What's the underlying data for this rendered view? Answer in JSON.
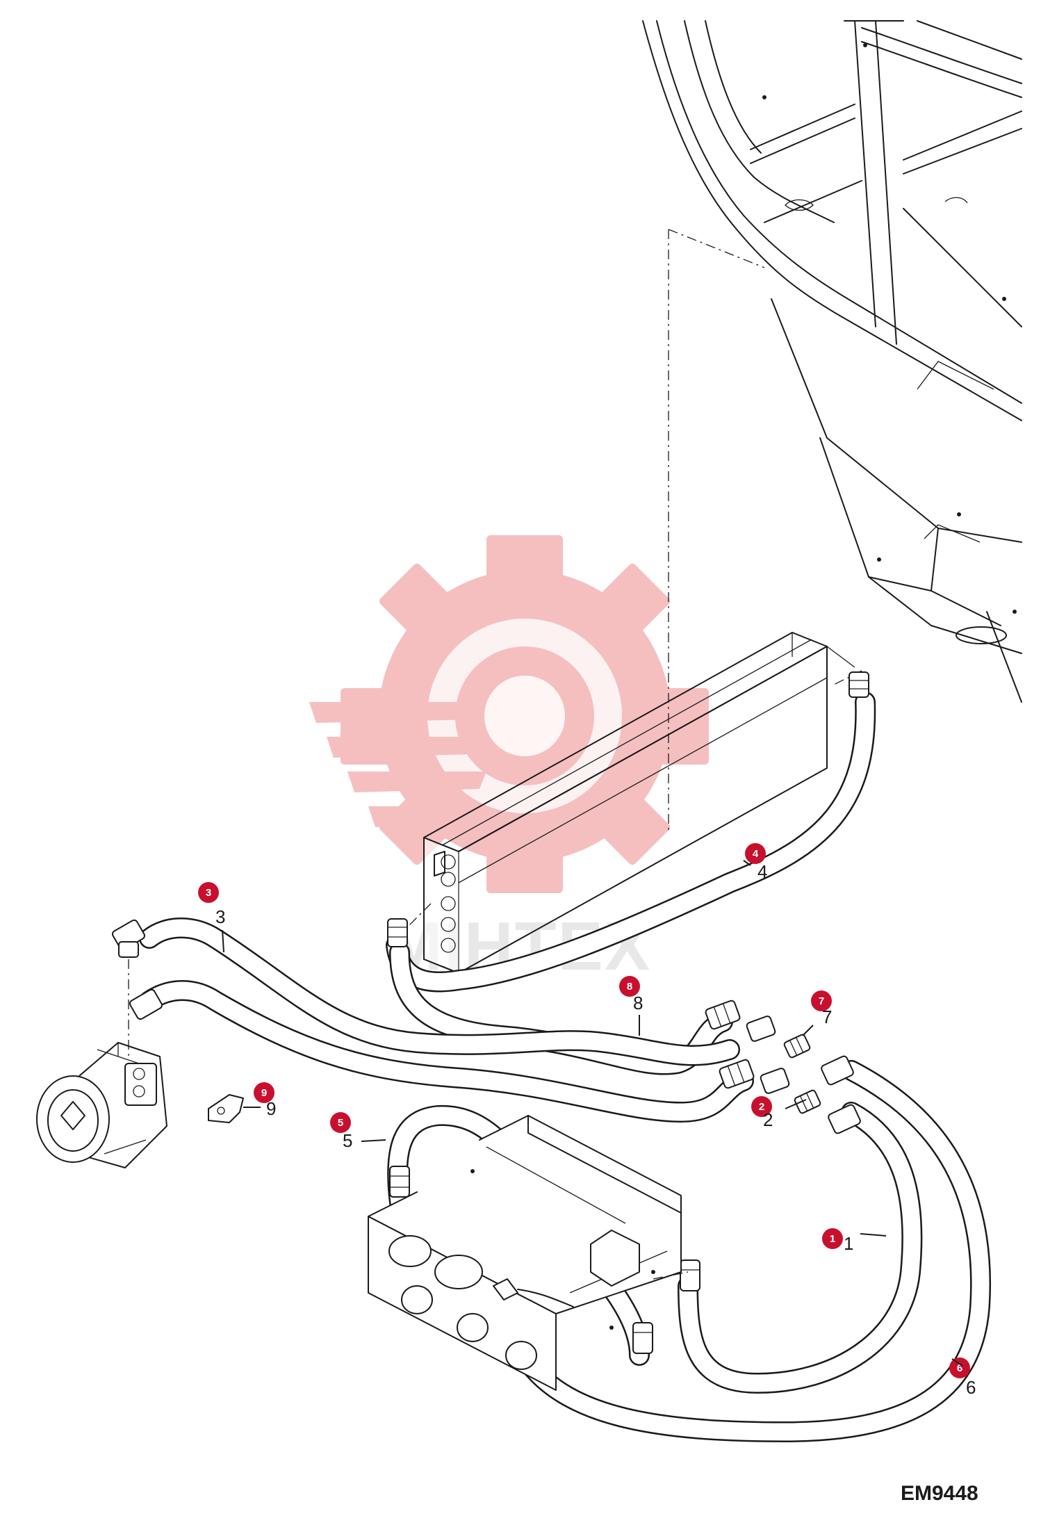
{
  "diagram_code": "EM9448",
  "watermark_text": "MIHTEX",
  "accent_color": "#c8102e",
  "watermark_color": "#f2aeb0",
  "parts": [
    {
      "id": "part-1",
      "badge": "1",
      "label": "1"
    },
    {
      "id": "part-2",
      "badge": "2",
      "label": "2"
    },
    {
      "id": "part-3",
      "badge": "3",
      "label": "3"
    },
    {
      "id": "part-4",
      "badge": "4",
      "label": "4"
    },
    {
      "id": "part-5",
      "badge": "5",
      "label": "5"
    },
    {
      "id": "part-6",
      "badge": "6",
      "label": "6"
    },
    {
      "id": "part-7",
      "badge": "7",
      "label": "7"
    },
    {
      "id": "part-8",
      "badge": "8",
      "label": "8"
    },
    {
      "id": "part-9",
      "badge": "9",
      "label": "9"
    }
  ]
}
